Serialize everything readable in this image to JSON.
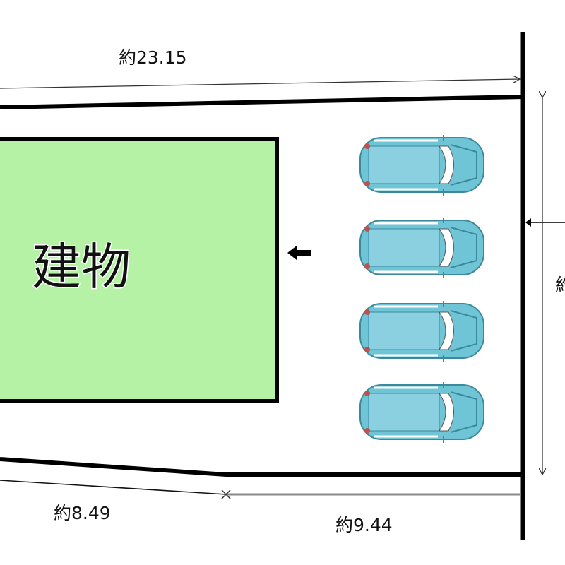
{
  "building": {
    "label": "建物",
    "fill": "#b5f2a5"
  },
  "dimensions": {
    "top": "約23.15",
    "bottom_left": "約8.49",
    "bottom_right": "約9.44",
    "right": "約"
  },
  "parking": {
    "car_count": 4,
    "car_color": "#6fc4d6"
  },
  "entrance_arrow": {
    "direction": "left"
  }
}
